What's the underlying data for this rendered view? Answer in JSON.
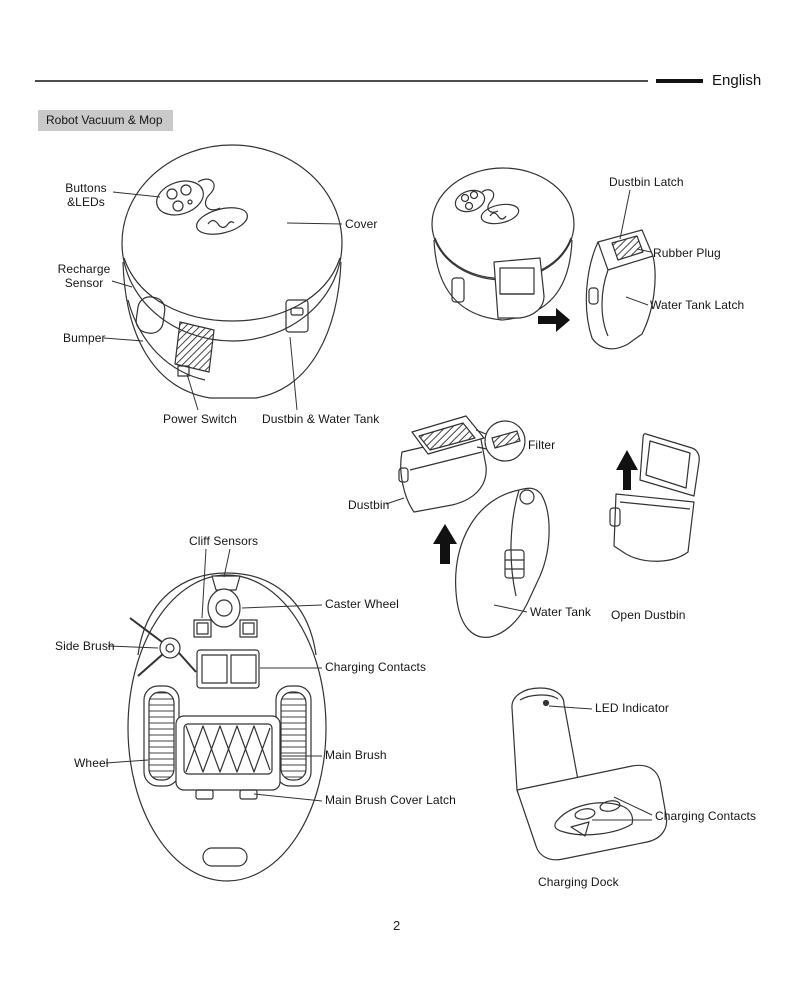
{
  "page": {
    "language_label": "English",
    "section_badge": "Robot Vacuum & Mop",
    "page_number": "2"
  },
  "top_view_labels": {
    "buttons_leds": "Buttons\n&LEDs",
    "cover": "Cover",
    "recharge_sensor": "Recharge\nSensor",
    "bumper": "Bumper",
    "power_switch": "Power Switch",
    "dustbin_water_tank": "Dustbin & Water Tank"
  },
  "dustbin_removal_labels": {
    "dustbin_latch": "Dustbin Latch",
    "rubber_plug": "Rubber Plug",
    "water_tank_latch": "Water Tank Latch"
  },
  "dustbin_detail_labels": {
    "filter": "Filter",
    "dustbin": "Dustbin",
    "water_tank": "Water Tank",
    "open_dustbin": "Open Dustbin"
  },
  "bottom_view_labels": {
    "cliff_sensors": "Cliff Sensors",
    "caster_wheel": "Caster Wheel",
    "side_brush": "Side Brush",
    "charging_contacts": "Charging Contacts",
    "wheel": "Wheel",
    "main_brush": "Main Brush",
    "main_brush_cover_latch": "Main Brush Cover Latch"
  },
  "dock_labels": {
    "led_indicator": "LED Indicator",
    "charging_contacts": "Charging Contacts",
    "charging_dock": "Charging Dock"
  }
}
